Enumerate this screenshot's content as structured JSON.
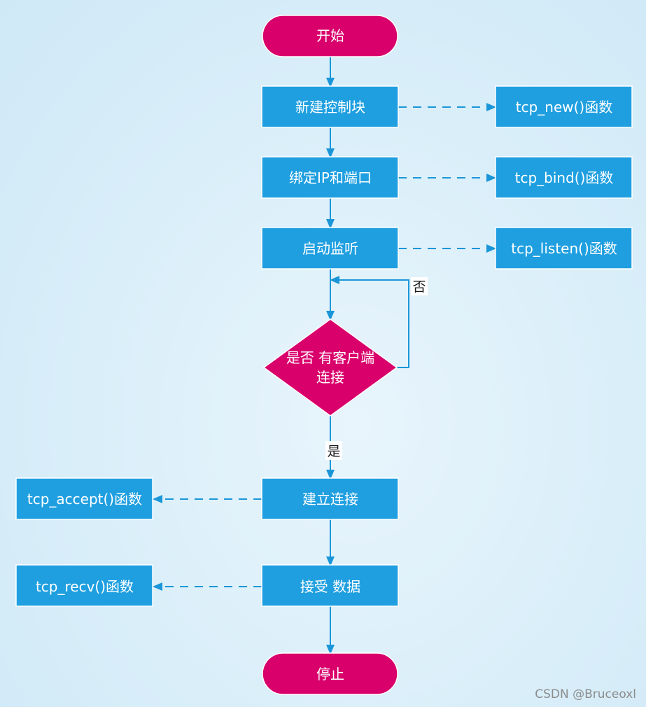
{
  "nodes": {
    "start": "开始",
    "new_pcb": "新建控制块",
    "bind": "绑定IP和端口",
    "listen": "启动监听",
    "decision_line1": "是否 有客户端",
    "decision_line2": "连接",
    "accept": "建立连接",
    "recv": "接受 数据",
    "stop": "停止"
  },
  "functions": {
    "new": "tcp_new()函数",
    "bind": "tcp_bind()函数",
    "listen": "tcp_listen()函数",
    "accept": "tcp_accept()函数",
    "recv": "tcp_recv()函数"
  },
  "edge_labels": {
    "no": "否",
    "yes": "是"
  },
  "watermark": "CSDN @Bruceoxl",
  "colors": {
    "process": "#1f9fe0",
    "terminal": "#d9006c",
    "decision": "#d9006c",
    "arrow": "#1a96d8",
    "box_border": "#ffffff"
  }
}
